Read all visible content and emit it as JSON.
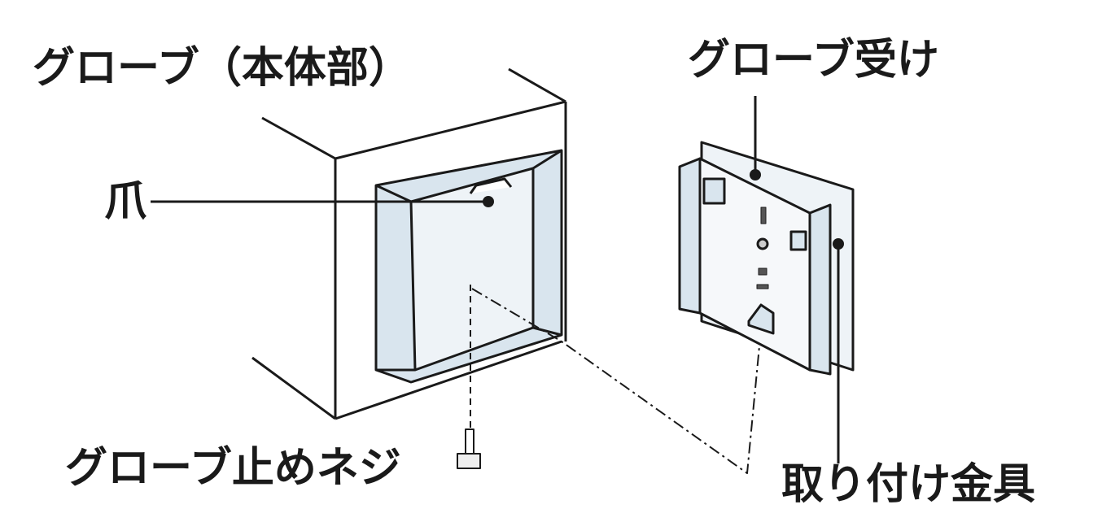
{
  "labels": {
    "glove_body": "グローブ（本体部）",
    "glove_receiver": "グローブ受け",
    "claw": "爪",
    "glove_screw": "グローブ止めネジ",
    "mounting_bracket": "取り付け金具"
  },
  "colors": {
    "line": "#1a1a1a",
    "fill_blue": "#d9e5ee",
    "fill_light": "#eef3f7"
  }
}
